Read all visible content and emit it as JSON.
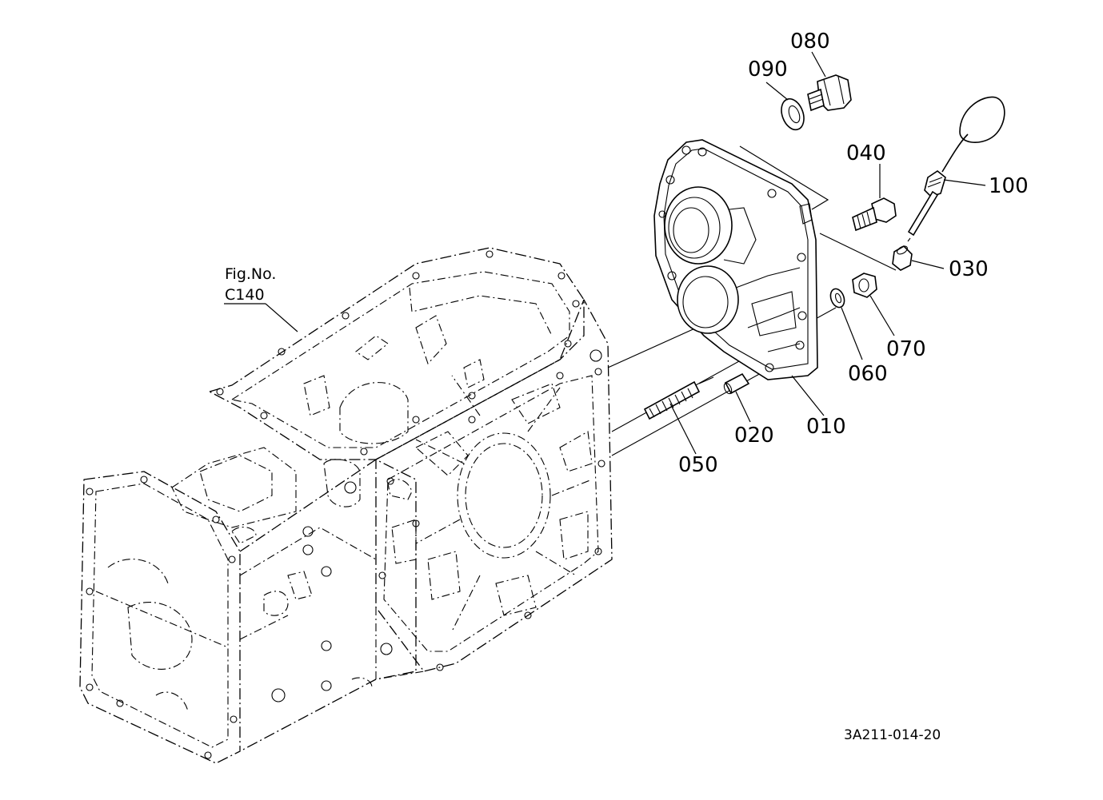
{
  "figure_reference": {
    "line1": "Fig.No.",
    "line2": "C140"
  },
  "callouts": {
    "p010": "010",
    "p020": "020",
    "p030": "030",
    "p040": "040",
    "p050": "050",
    "p060": "060",
    "p070": "070",
    "p080": "080",
    "p090": "090",
    "p100": "100"
  },
  "drawing_code": "3A211-014-20"
}
